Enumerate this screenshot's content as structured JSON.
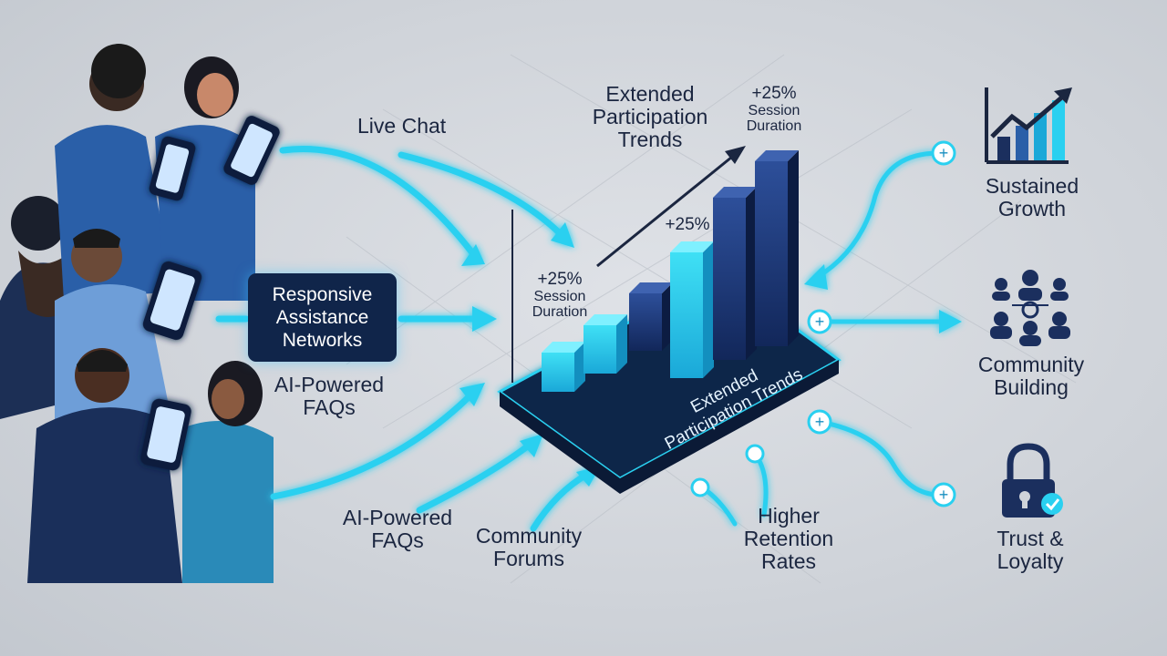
{
  "people_phones": {
    "labels": []
  },
  "inputs": {
    "live_chat": "Live Chat",
    "hub_line1": "Responsive",
    "hub_line2": "Assistance",
    "hub_line3": "Networks",
    "faq_upper_line1": "AI-Powered",
    "faq_upper_line2": "FAQs",
    "faq_lower_line1": "AI-Powered",
    "faq_lower_line2": "FAQs",
    "forums_line1": "Community",
    "forums_line2": "Forums"
  },
  "center": {
    "title_line1": "Extended",
    "title_line2": "Participation",
    "title_line3": "Trends",
    "platform_line1": "Extended",
    "platform_line2": "Participation Trends",
    "top_pct": "+25%",
    "top_sub1": "Session",
    "top_sub2": "Duration",
    "mid_pct": "+25%",
    "left_pct": "+25%",
    "left_sub1": "Session",
    "left_sub2": "Duration",
    "retention_line1": "Higher",
    "retention_line2": "Retention",
    "retention_line3": "Rates"
  },
  "outcomes": {
    "growth_line1": "Sustained",
    "growth_line2": "Growth",
    "community_line1": "Community",
    "community_line2": "Building",
    "trust_line1": "Trust &",
    "trust_line2": "Loyalty"
  },
  "colors": {
    "navy": "#10254a",
    "accent": "#2ad0f0",
    "text": "#1b2640"
  }
}
